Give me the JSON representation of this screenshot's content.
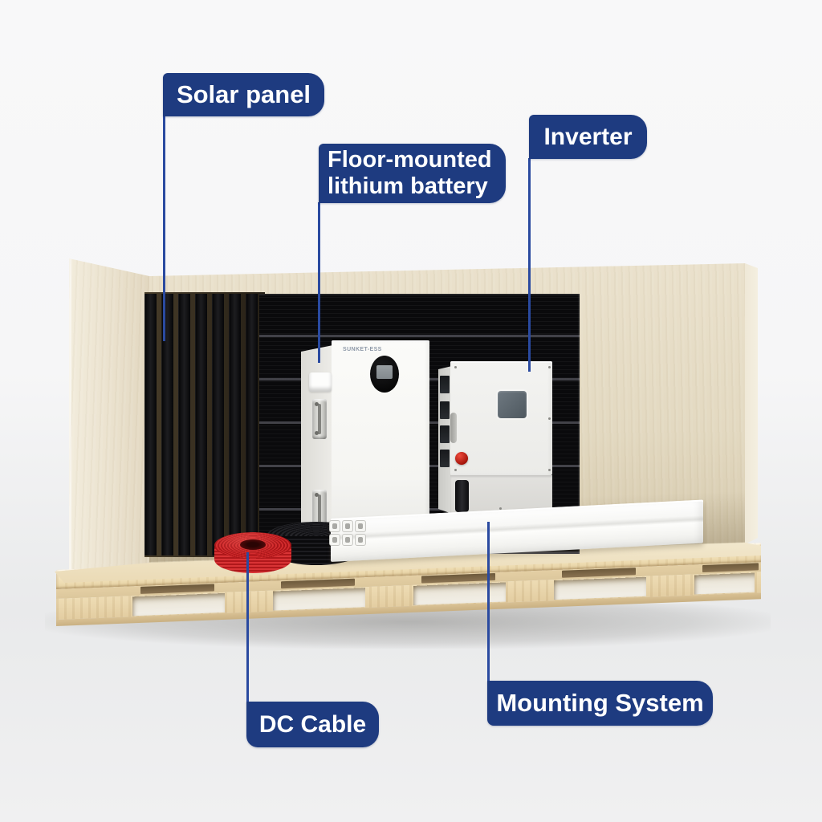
{
  "labels": {
    "solar_panel": "Solar panel",
    "battery_line1": "Floor-mounted",
    "battery_line2": "lithium battery",
    "inverter": "Inverter",
    "dc_cable": "DC Cable",
    "mounting_system": "Mounting System"
  },
  "devices": {
    "battery_brand": "SUNKET-ESS"
  },
  "colors": {
    "badge_navy": "#1e3b80",
    "leader_blue": "#2a4aa0",
    "panel_black": "#0a0a0c",
    "wall_wood": "#e3d9c1",
    "pallet_wood": "#eedcb2",
    "cable_red": "#c9201f",
    "cable_black": "#141416",
    "device_white": "#f5f5f2"
  }
}
